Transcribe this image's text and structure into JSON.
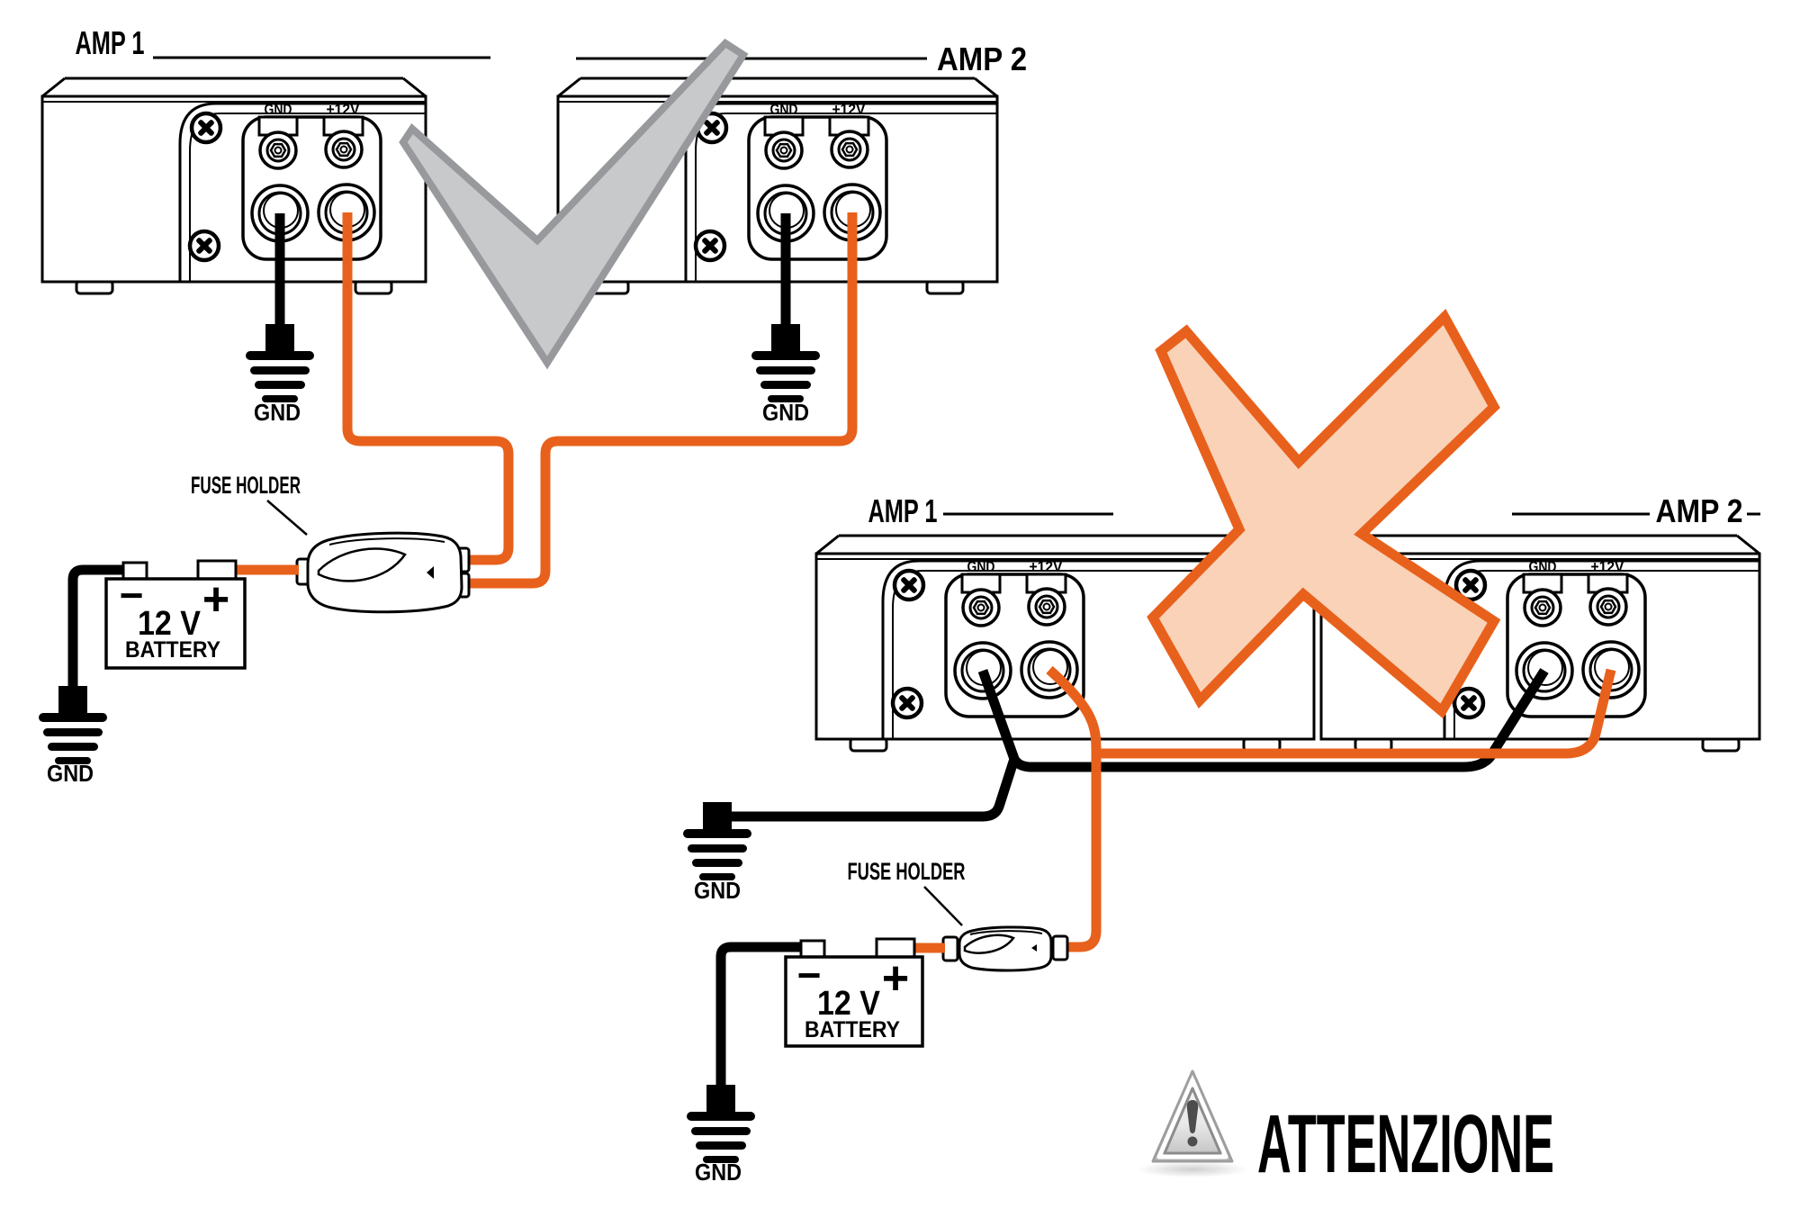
{
  "labels": {
    "gnd_terminal": "GND",
    "plus12v_terminal": "+12V",
    "ground": "GND",
    "fuse_holder": "FUSE HOLDER"
  },
  "battery": {
    "minus": "−",
    "plus": "+",
    "voltage": "12 V",
    "name": "BATTERY"
  },
  "correct_diagram": {
    "amp1_label": "AMP 1",
    "amp2_label": "AMP 2"
  },
  "wrong_diagram": {
    "amp1_label": "AMP 1",
    "amp2_label": "AMP 2"
  },
  "warning_label": "ATTENZIONE",
  "colors": {
    "wire_orange": "#E8611C",
    "wire_black": "#000000",
    "check_fill": "#C8C9CA",
    "check_stroke": "#97999C",
    "cross_fill": "#F9D2B8",
    "cross_stroke": "#E8611C"
  }
}
